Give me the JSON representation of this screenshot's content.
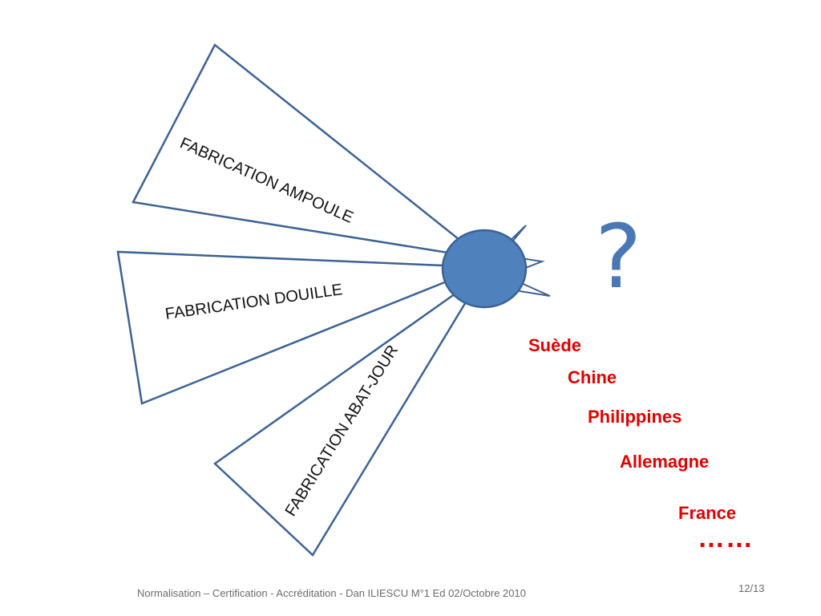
{
  "diagram": {
    "cones": [
      {
        "label": "FABRICATION  AMPOULE"
      },
      {
        "label": "FABRICATION DOUILLE"
      },
      {
        "label": "FABRICATION  ABAT-JOUR"
      }
    ],
    "question_mark": "?"
  },
  "countries": [
    "Suède",
    "Chine",
    "Philippines",
    "Allemagne",
    "France"
  ],
  "ellipsis": "……",
  "footer": {
    "text": "Normalisation – Certification - Accréditation - Dan ILIESCU  M°1  Ed 02/Octobre 2010",
    "page": "12/13"
  },
  "colors": {
    "outline": "#3d6294",
    "sun_fill": "#4f81bd",
    "question": "#4a78b5",
    "country_text": "#e00000"
  }
}
